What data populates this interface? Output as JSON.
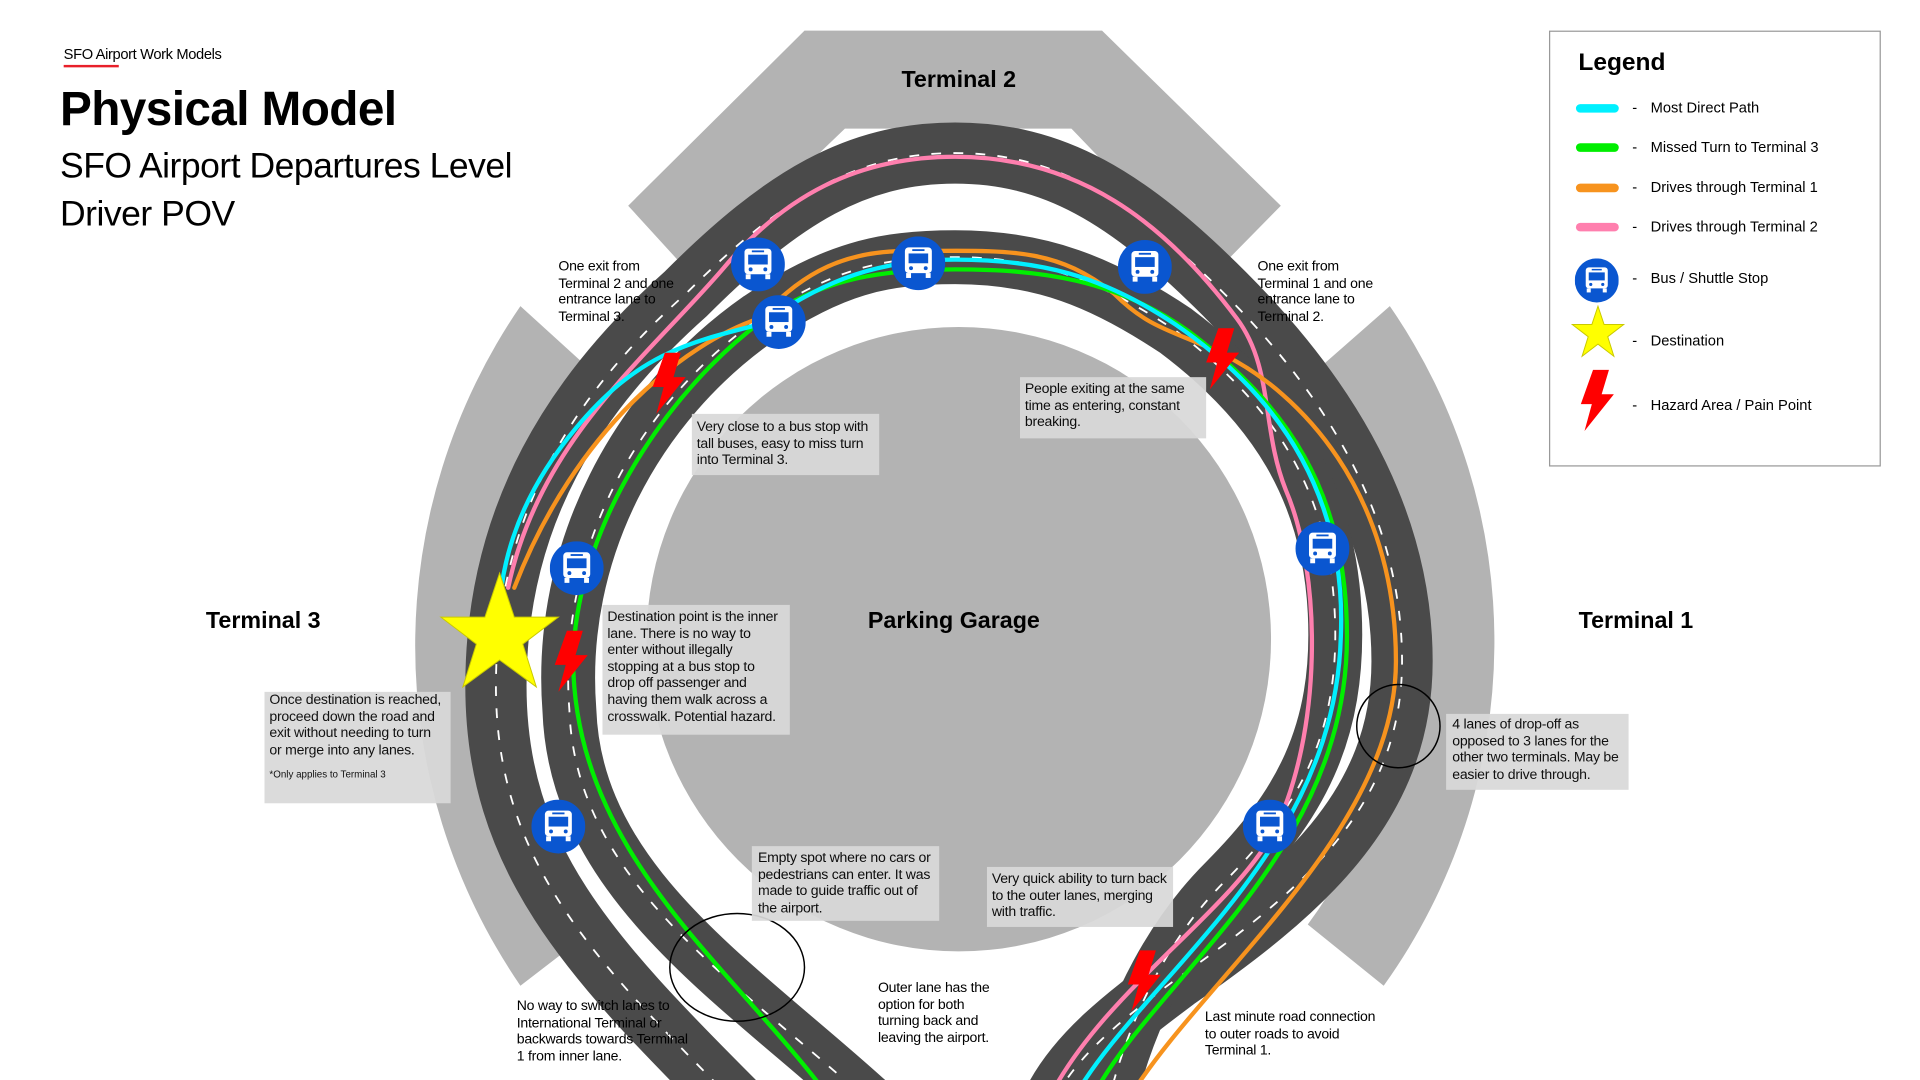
{
  "header": {
    "kicker": "SFO Airport Work Models",
    "title": "Physical Model",
    "subtitle_line1": "SFO Airport Departures Level",
    "subtitle_line2": "Driver POV"
  },
  "colors": {
    "road": "#4a4a4a",
    "building": "#b3b3b3",
    "note_box": "#d9d9d9",
    "most_direct_path": "#00f0ff",
    "missed_turn": "#00ee00",
    "through_terminal_1": "#f7931e",
    "through_terminal_2": "#ff7fae",
    "bus_stop": "#0a56d0",
    "destination": "#ffff00",
    "hazard": "#ff0000",
    "accent": "#e8202a"
  },
  "areas": {
    "terminal_2": "Terminal 2",
    "terminal_3": "Terminal 3",
    "terminal_1": "Terminal 1",
    "parking_garage": "Parking Garage"
  },
  "notes": {
    "t2_exit": "One exit from Terminal 2 and one entrance lane to Terminal 3.",
    "t1_exit": "One exit from Terminal 1 and one entrance lane to Terminal 2.",
    "bus_close": "Very close to a bus stop with tall buses, easy to miss turn into Terminal 3.",
    "exiting": "People exiting at the same time as entering, constant breaking.",
    "destination": "Destination point is the inner lane. There is no way to enter without illegally stopping at a bus stop to drop off passenger and having them walk across a crosswalk. Potential hazard.",
    "once_reached": "Once destination is reached, proceed down the road and exit without needing to turn or merge into any lanes.",
    "once_reached_footnote": "*Only applies to Terminal 3",
    "four_lanes": "4 lanes of drop-off as opposed to 3 lanes for the other two terminals. May be easier to drive through.",
    "empty_spot": "Empty spot where no cars or pedestrians can enter. It was made to guide traffic out of the airport.",
    "quick_turn": "Very quick ability to turn back to the outer lanes, merging with traffic.",
    "no_switch": "No way to switch lanes to International Terminal or backwards towards Terminal 1 from inner lane.",
    "outer_lane": "Outer lane has the option for both turning back and leaving the airport.",
    "last_minute": "Last minute road connection to outer roads to avoid Terminal 1."
  },
  "legend": {
    "title": "Legend",
    "dash": "-",
    "items": [
      {
        "label": "Most Direct Path",
        "icon": "line",
        "color": "#00f0ff"
      },
      {
        "label": "Missed Turn to Terminal 3",
        "icon": "line",
        "color": "#00ee00"
      },
      {
        "label": "Drives through Terminal 1",
        "icon": "line",
        "color": "#f7931e"
      },
      {
        "label": "Drives through Terminal 2",
        "icon": "line",
        "color": "#ff7fae"
      },
      {
        "label": "Bus / Shuttle Stop",
        "icon": "bus-icon"
      },
      {
        "label": "Destination",
        "icon": "star-icon"
      },
      {
        "label": "Hazard Area / Pain Point",
        "icon": "lightning-icon"
      }
    ]
  }
}
